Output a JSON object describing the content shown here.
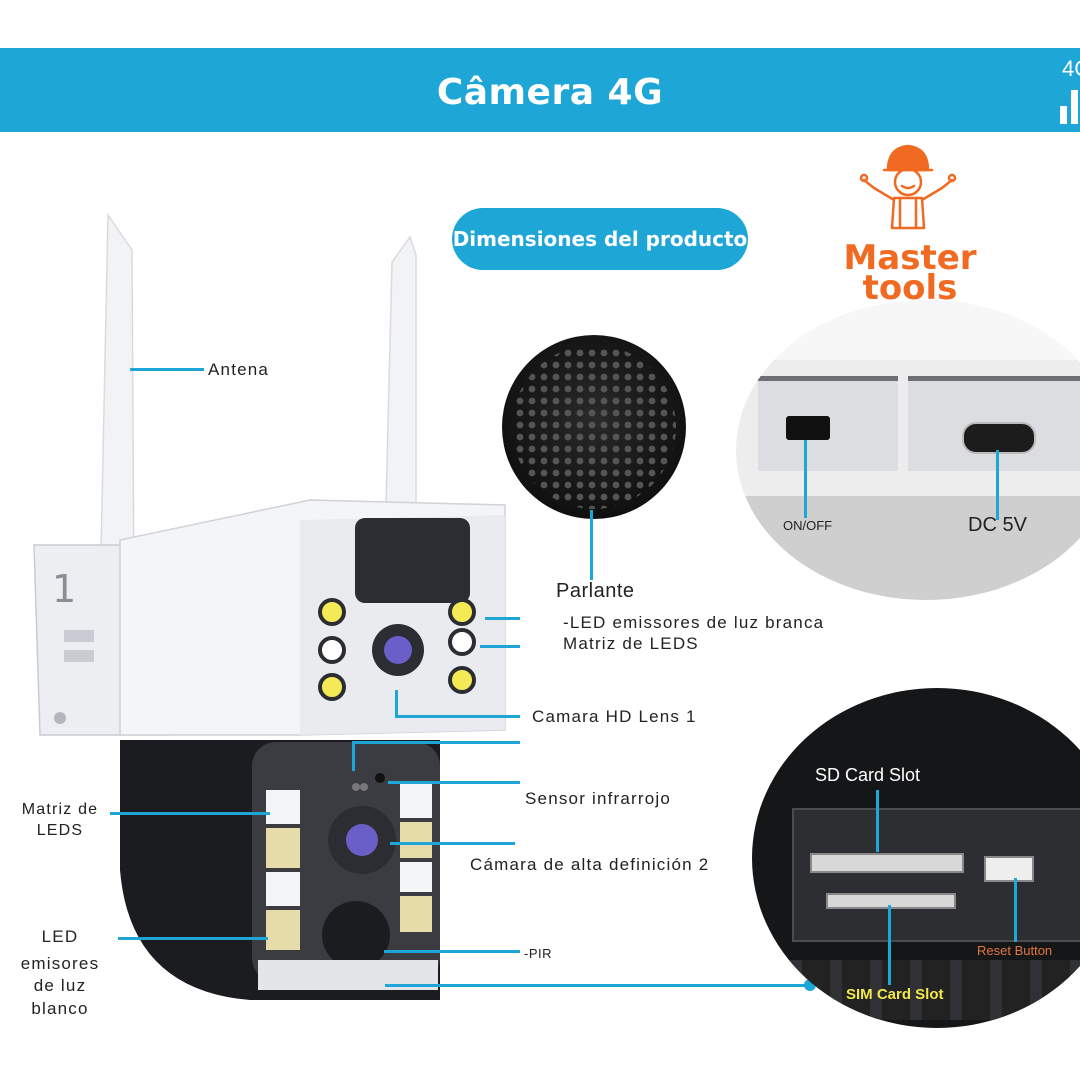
{
  "header": {
    "title": "Câmera 4G",
    "signal_label": "4G",
    "brand_color": "#1ea7d6"
  },
  "badge": {
    "label": "Dimensiones del producto"
  },
  "logo": {
    "line1": "Master",
    "line2": "tools",
    "color": "#f06a22"
  },
  "camera": {
    "mount_number": "1"
  },
  "labels": {
    "antena": "Antena",
    "parlante": "Parlante",
    "led_branca": "-LED emissores de luz branca",
    "matriz_leds_right": "Matriz de LEDS",
    "camara_hd": "Camara HD Lens 1",
    "sensor": "Sensor infrarrojo",
    "camara_alta": "Cámara de alta definición 2",
    "pir": "-PIR",
    "matriz_leds_left_1": "Matriz de",
    "matriz_leds_left_2": "LEDS",
    "led_blanco_1": "LED",
    "led_blanco_2": "emisores",
    "led_blanco_3": "de luz",
    "led_blanco_4": "blanco"
  },
  "ports": {
    "on_off": "ON/OFF",
    "dc": "DC 5V"
  },
  "slots": {
    "sd": "SD Card Slot",
    "reset": "Reset Button",
    "sim": "SIM Card Slot"
  }
}
